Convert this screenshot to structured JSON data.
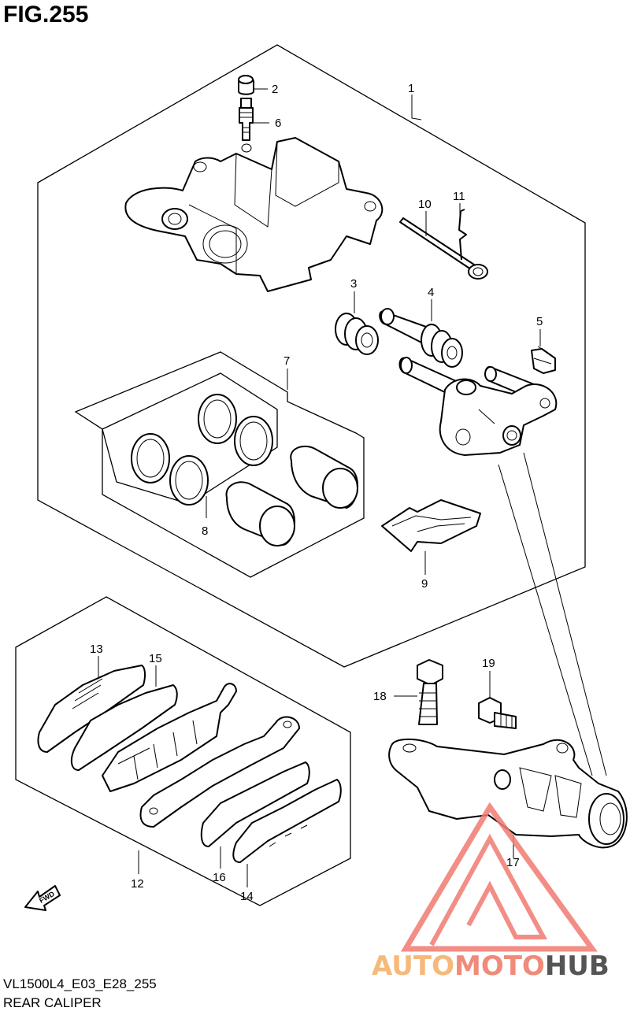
{
  "figure": {
    "title": "FIG.255",
    "code": "VL1500L4_E03_E28_255",
    "name": "REAR CALIPER",
    "fwd_label": "FWD"
  },
  "callouts": [
    {
      "id": "c1",
      "label": "1"
    },
    {
      "id": "c2",
      "label": "2"
    },
    {
      "id": "c3",
      "label": "3"
    },
    {
      "id": "c4",
      "label": "4"
    },
    {
      "id": "c5",
      "label": "5"
    },
    {
      "id": "c6",
      "label": "6"
    },
    {
      "id": "c7",
      "label": "7"
    },
    {
      "id": "c8",
      "label": "8"
    },
    {
      "id": "c9",
      "label": "9"
    },
    {
      "id": "c10",
      "label": "10"
    },
    {
      "id": "c11",
      "label": "11"
    },
    {
      "id": "c12",
      "label": "12"
    },
    {
      "id": "c13",
      "label": "13"
    },
    {
      "id": "c14",
      "label": "14"
    },
    {
      "id": "c15",
      "label": "15"
    },
    {
      "id": "c16",
      "label": "16"
    },
    {
      "id": "c17",
      "label": "17"
    },
    {
      "id": "c18",
      "label": "18"
    },
    {
      "id": "c19",
      "label": "19"
    }
  ],
  "watermark": {
    "part1": "AUTO",
    "part2": "MOTO",
    "part3": "HUB",
    "color_light": "#f6b97a",
    "color_mid": "#f08a7a",
    "color_dark": "#555555",
    "logo_color": "#f07b72"
  }
}
